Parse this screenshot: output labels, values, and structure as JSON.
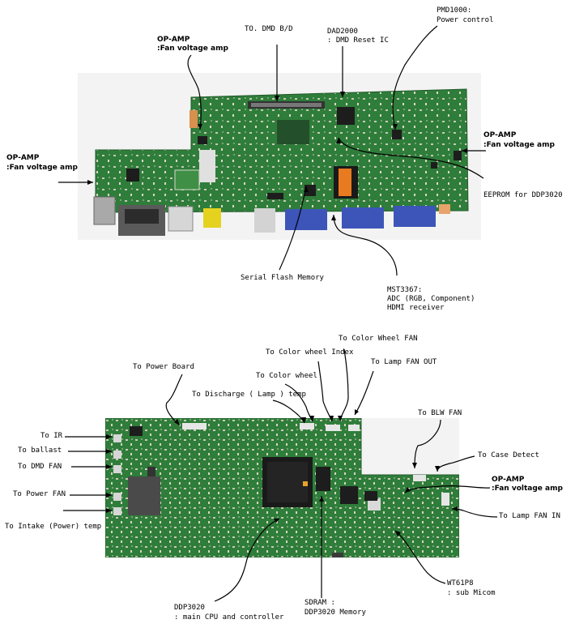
{
  "top": {
    "labels": {
      "to_dmd_bd": "TO. DMD B/D",
      "dad2000": "DAD2000",
      "dad2000_desc": ": DMD Reset IC",
      "pmd1000": "PMD1000:",
      "pmd1000_desc": "Power control",
      "opamp_a": "OP-AMP",
      "opamp_a_desc": ":Fan voltage amp",
      "opamp_b": "OP-AMP",
      "opamp_b_desc": ":Fan voltage amp",
      "opamp_c": "OP-AMP",
      "opamp_c_desc": ":Fan voltage amp",
      "eeprom": "EEPROM for DDP3020",
      "serial_flash": "Serial Flash Memory",
      "mst3367": "MST3367:",
      "mst3367_l2": "ADC (RGB, Component)",
      "mst3367_l3": "HDMI receiver"
    }
  },
  "bottom": {
    "labels": {
      "power_board": "To Power Board",
      "color_wheel_index": "To Color wheel Index",
      "color_wheel_fan": "To Color Wheel FAN",
      "lamp_fan_out": "To Lamp FAN OUT",
      "color_wheel": "To Color wheel",
      "discharge": "To Discharge ( Lamp ) temp",
      "blw_fan": "To BLW FAN",
      "ir": "To IR",
      "ballast": "To ballast",
      "dmd_fan": "To DMD FAN",
      "case_detect": "To Case Detect",
      "opamp": "OP-AMP",
      "opamp_desc": ":Fan voltage amp",
      "power_fan": "To Power FAN",
      "lamp_fan_in": "To Lamp FAN IN",
      "intake": "To Intake (Power) temp",
      "wt61p8": "WT61P8",
      "wt61p8_desc": ": sub Micom",
      "ddp3020": "DDP3020",
      "ddp3020_desc": ": main CPU and controller",
      "sdram": "SDRAM :",
      "sdram_desc": "DDP3020 Memory"
    }
  }
}
